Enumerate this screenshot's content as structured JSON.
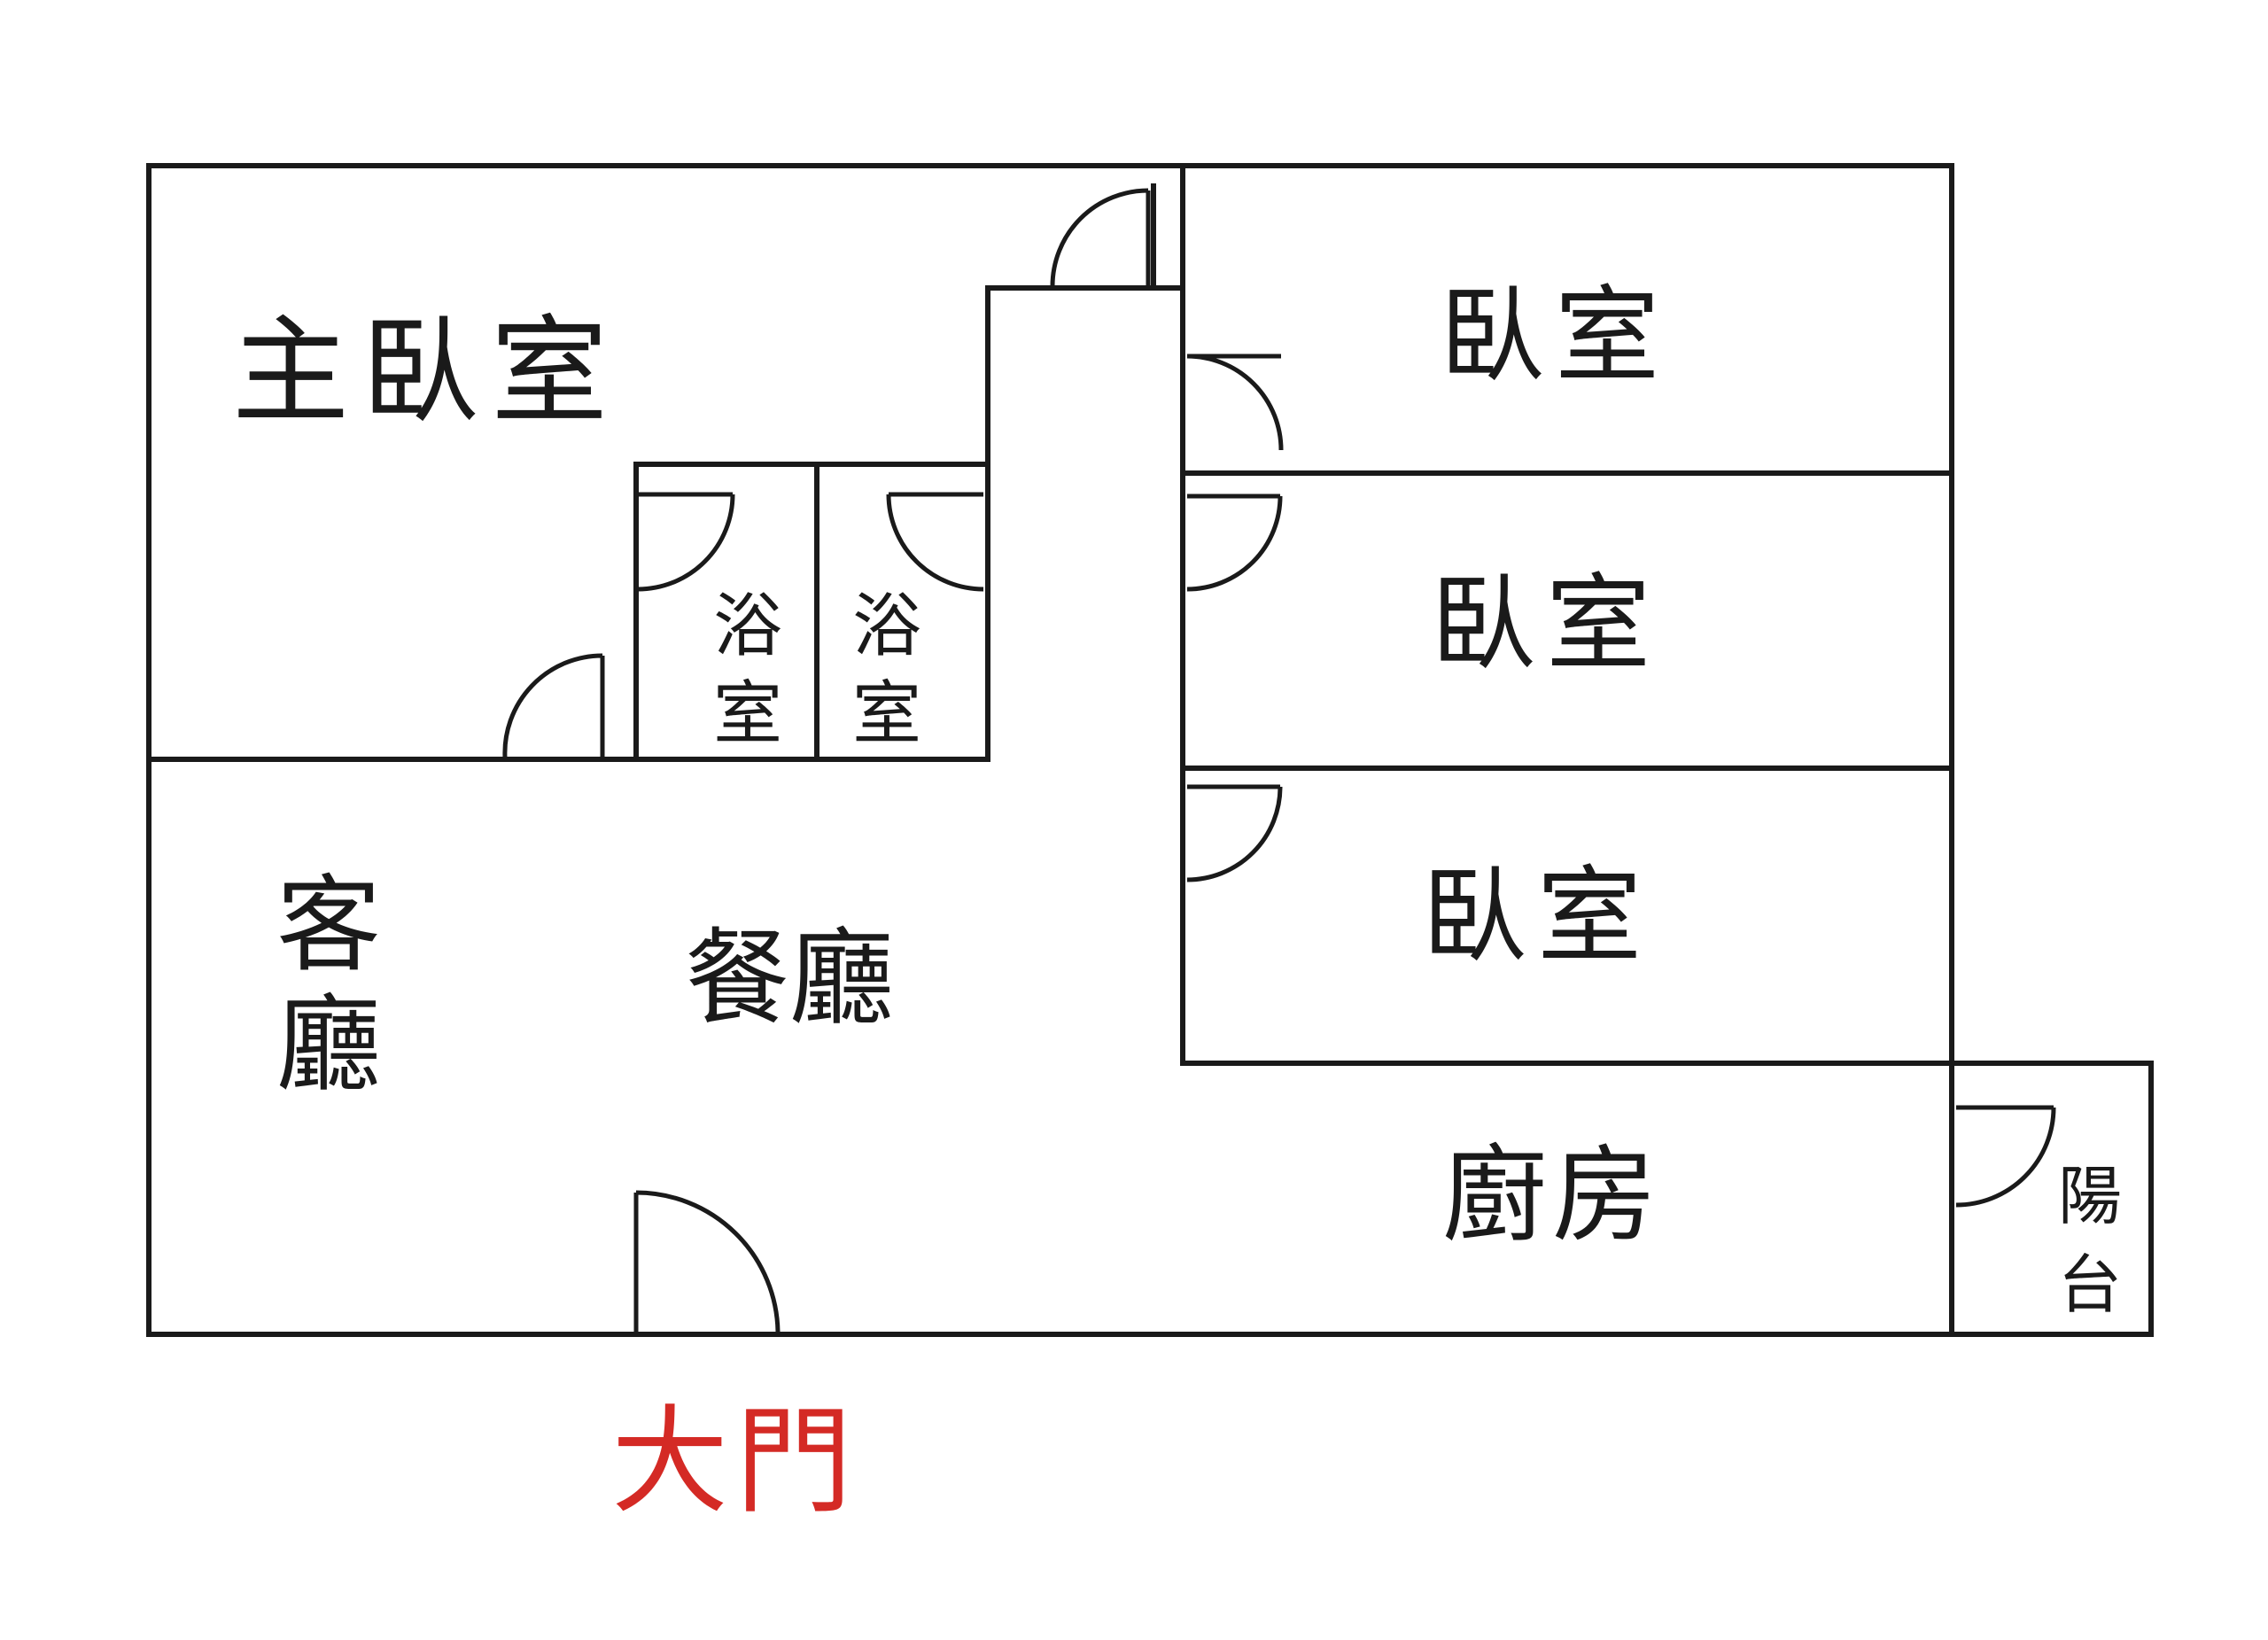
{
  "colors": {
    "wall": "#1a1a1a",
    "label": "#1a1a1a",
    "entrance": "#d42a25"
  },
  "rooms": {
    "master_bedroom": "主臥室",
    "bedroom_1": "臥室",
    "bedroom_2": "臥室",
    "bedroom_3": "臥室",
    "bathroom_1": [
      "浴",
      "室"
    ],
    "bathroom_2": [
      "浴",
      "室"
    ],
    "living_room": [
      "客",
      "廳"
    ],
    "dining_room": "餐廳",
    "kitchen": "廚房",
    "balcony": [
      "陽",
      "台"
    ]
  },
  "entrance": "大門"
}
